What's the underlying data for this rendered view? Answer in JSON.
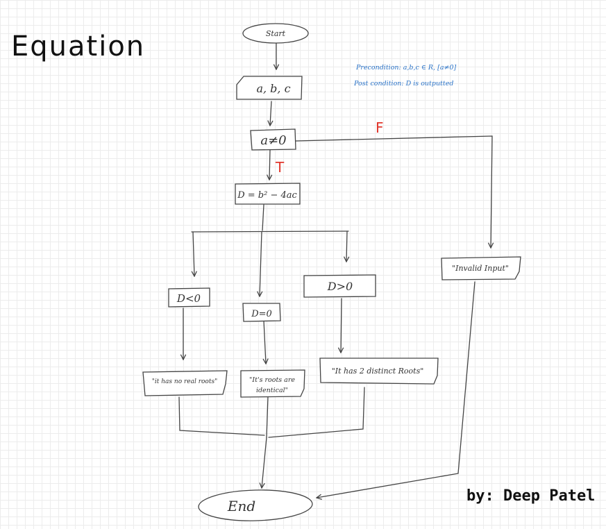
{
  "title": "Equation",
  "author": "by: Deep Patel",
  "notes": {
    "precondition": "Precondition: a,b,c ∈ R, [a≠0]",
    "postcondition": "Post condition: D is outputted"
  },
  "nodes": {
    "start": "Start",
    "input": "a, b, c",
    "decision": "a≠0",
    "discriminant": "D = b² − 4ac",
    "less": "D<0",
    "equal": "D=0",
    "greater": "D>0",
    "out_less": "\"it has no real roots\"",
    "out_equal_line1": "\"It's roots are",
    "out_equal_line2": "identical\"",
    "out_greater": "\"It has 2 distinct Roots\"",
    "out_invalid": "\"Invalid Input\"",
    "end": "End"
  },
  "labels": {
    "true": "T",
    "false": "F"
  },
  "colors": {
    "ink": "#444444",
    "true_false": "#e0352b",
    "notes": "#2a73c8"
  }
}
